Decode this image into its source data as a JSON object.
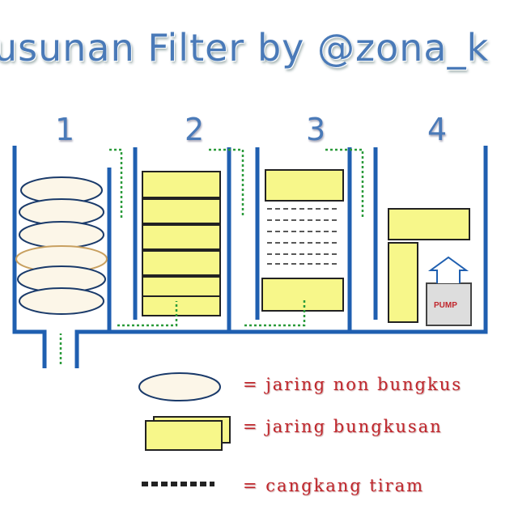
{
  "title": "usunan Filter by @zona_k",
  "chambers": [
    "1",
    "2",
    "3",
    "4"
  ],
  "pump_label": "PUMP",
  "legend": [
    {
      "icon": "cloud-net-icon",
      "label": "= jaring non bungkus"
    },
    {
      "icon": "wrapped-net-icon",
      "label": "= jaring bungkusan"
    },
    {
      "icon": "oyster-shell-icon",
      "label": "= cangkang  tiram"
    }
  ],
  "colors": {
    "wall": "#1f5fb0",
    "media": "#f7f78a",
    "arrow": "#2a9a3a",
    "text": "#c0262c"
  }
}
